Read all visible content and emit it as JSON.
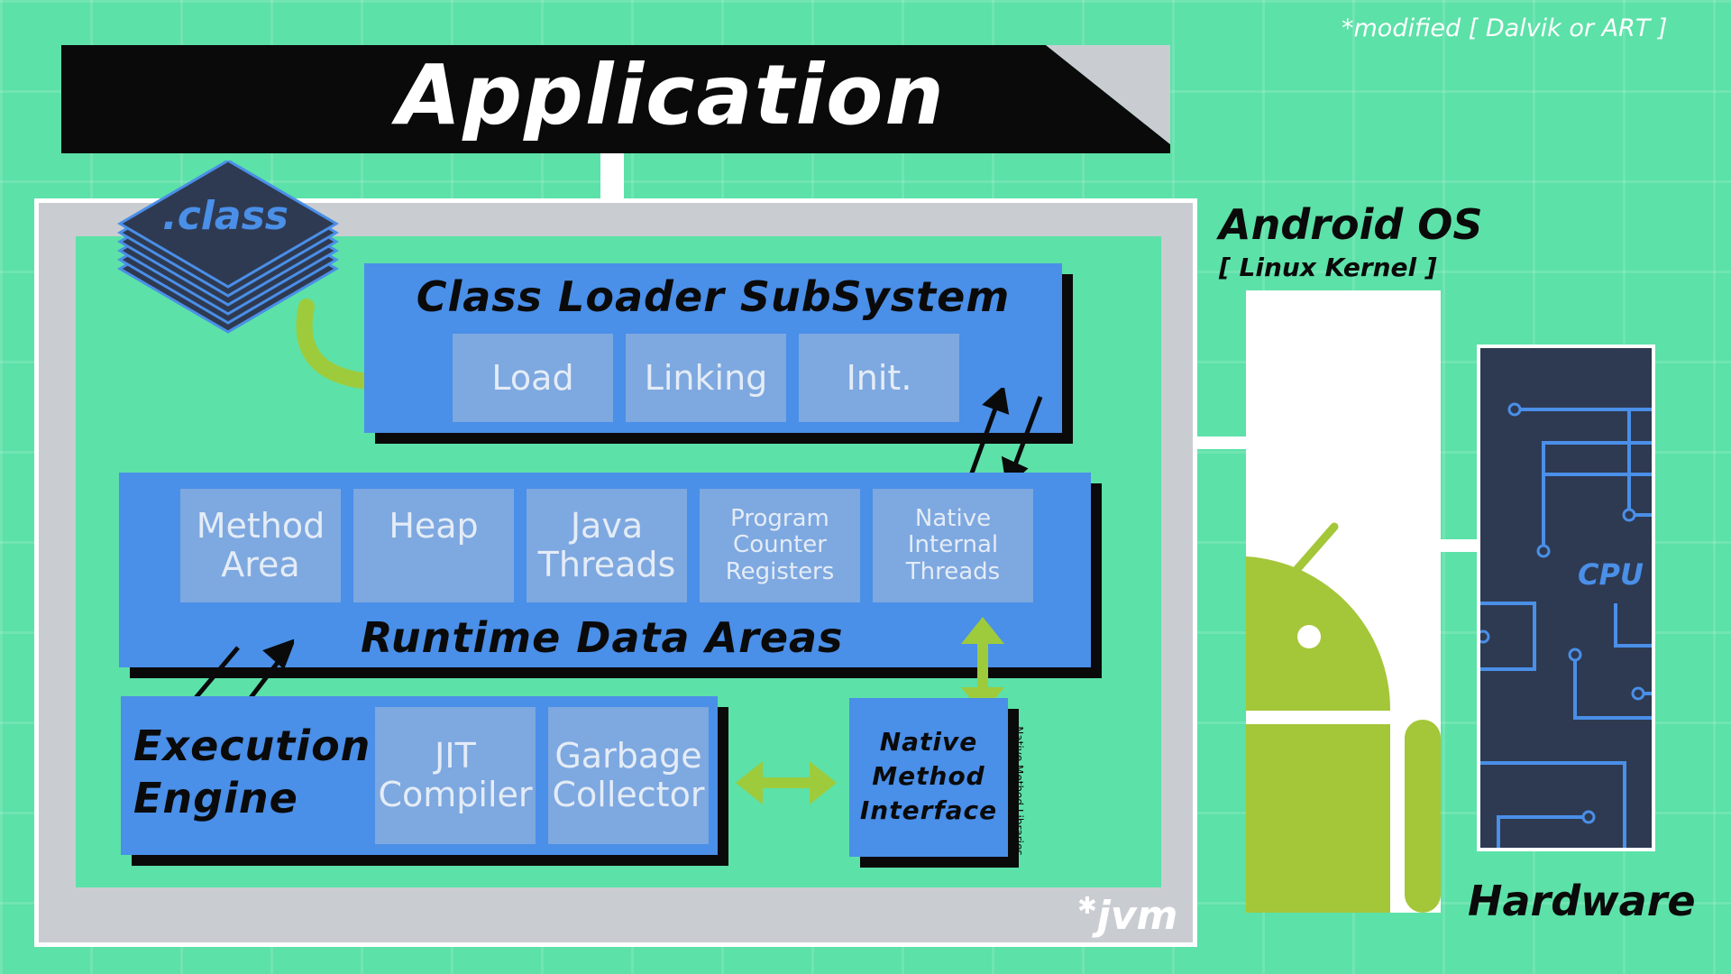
{
  "note": "*modified [ Dalvik or ART ]",
  "application": {
    "title": "Application"
  },
  "class_stack": {
    "label": ".class"
  },
  "class_loader": {
    "title": "Class Loader SubSystem",
    "items": [
      "Load",
      "Linking",
      "Init."
    ]
  },
  "runtime": {
    "title": "Runtime Data Areas",
    "items": [
      {
        "lines": [
          "Method",
          "Area"
        ]
      },
      {
        "lines": [
          "Heap"
        ]
      },
      {
        "lines": [
          "Java",
          "Threads"
        ]
      },
      {
        "lines": [
          "Program",
          "Counter",
          "Registers"
        ]
      },
      {
        "lines": [
          "Native",
          "Internal",
          "Threads"
        ]
      }
    ]
  },
  "execution_engine": {
    "title_lines": [
      "Execution",
      "Engine"
    ],
    "items": [
      {
        "lines": [
          "JIT",
          "Compiler"
        ]
      },
      {
        "lines": [
          "Garbage",
          "Collector"
        ]
      }
    ]
  },
  "native_interface": {
    "lines": [
      "Native",
      "Method",
      "Interface"
    ],
    "side_label": "Native Method Libraries"
  },
  "jvm_label": "jvm",
  "android": {
    "title": "Android OS",
    "subtitle": "[ Linux Kernel ]"
  },
  "hardware": {
    "title": "Hardware",
    "cpu_label": "CPU"
  },
  "colors": {
    "background": "#5ce1a8",
    "box": "#4a8fe8",
    "cell": "#7ea8e0",
    "android_green": "#a4c639",
    "arrow_green": "#9ecb3c",
    "cpu_board": "#2e3a52",
    "circuit": "#4a8fe8"
  }
}
